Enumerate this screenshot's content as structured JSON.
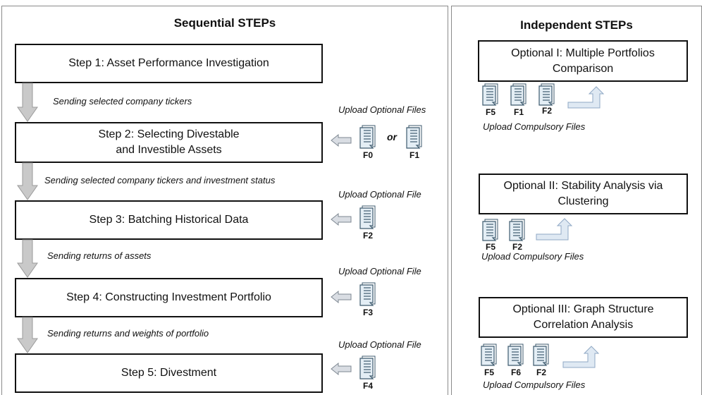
{
  "sequential": {
    "title": "Sequential STEPs",
    "steps": [
      "Step 1: Asset Performance Investigation",
      "Step 2: Selecting Divestable\nand Investible Assets",
      "Step 3: Batching Historical Data",
      "Step 4: Constructing Investment Portfolio",
      "Step 5: Divestment"
    ],
    "transitions": [
      "Sending selected company tickers",
      "Sending selected company tickers and investment status",
      "Sending returns of assets",
      "Sending returns and weights of portfolio"
    ],
    "uploads": [
      {
        "label": "Upload Optional Files",
        "files": [
          "F0",
          "F1"
        ],
        "connector": "or"
      },
      {
        "label": "Upload Optional File",
        "files": [
          "F2"
        ]
      },
      {
        "label": "Upload Optional File",
        "files": [
          "F3"
        ]
      },
      {
        "label": "Upload Optional File",
        "files": [
          "F4"
        ]
      }
    ]
  },
  "independent": {
    "title": "Independent STEPs",
    "options": [
      {
        "label": "Optional I: Multiple Portfolios\nComparison",
        "files": [
          "F5",
          "F1",
          "F2"
        ],
        "upload_label": "Upload Compulsory Files"
      },
      {
        "label": "Optional II: Stability Analysis via\nClustering",
        "files": [
          "F5",
          "F2"
        ],
        "upload_label": "Upload Compulsory Files"
      },
      {
        "label": "Optional III: Graph Structure\nCorrelation Analysis",
        "files": [
          "F5",
          "F6",
          "F2"
        ],
        "upload_label": "Upload Compulsory Files"
      }
    ]
  },
  "icons": {
    "file": "document-icon",
    "down_arrow": "down-arrow-icon",
    "left_arrow": "left-arrow-icon",
    "return_arrow": "return-arrow-icon"
  },
  "colors": {
    "arrow_fill": "#c9c9c9",
    "arrow_stroke": "#9a9a9a",
    "doc_fill": "#e4eef5",
    "doc_stroke": "#3d5a6e",
    "return_arrow_fill": "#dfe9f3",
    "return_arrow_stroke": "#8fa8c4"
  }
}
